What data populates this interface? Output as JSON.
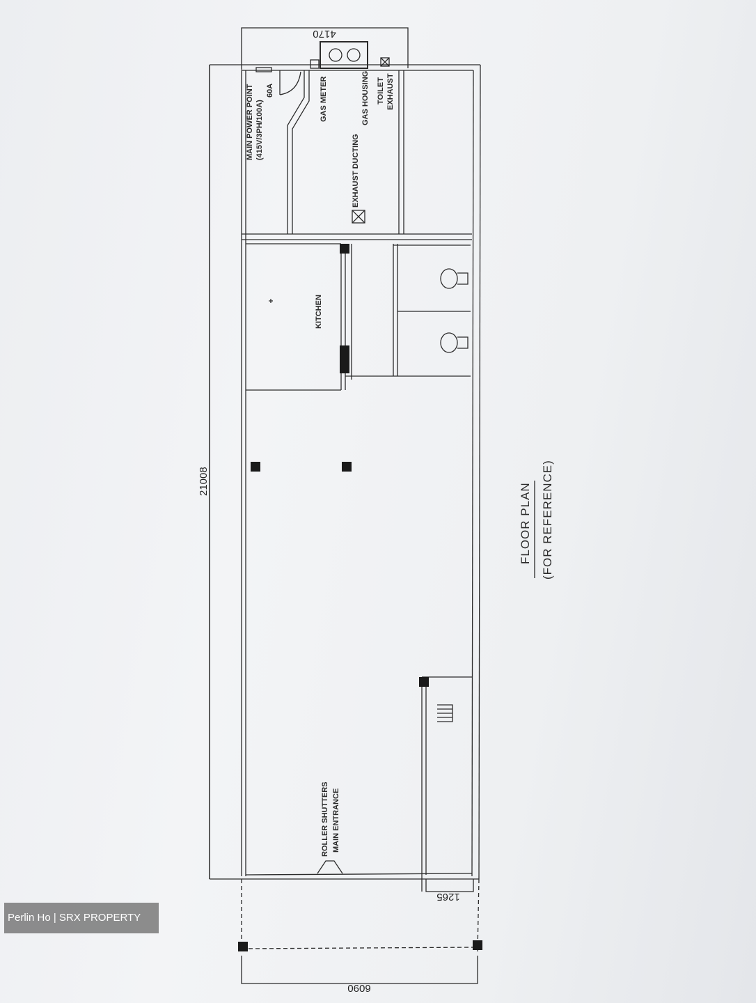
{
  "plan": {
    "title": "FLOOR PLAN",
    "subtitle": "(FOR REFERENCE)",
    "dimensions": {
      "overall_length": "21008",
      "top_width": "4170",
      "bottom_width": "6090",
      "side_offset": "1265"
    },
    "labels": {
      "main_power_point": "MAIN POWER POINT",
      "power_spec": "(415V/3PH/100A)",
      "power_amp": "60A",
      "gas_meter": "GAS METER",
      "gas_housing": "GAS HOUSING",
      "toilet": "TOILET",
      "exhaust": "EXHAUST",
      "exhaust_ducting": "EXHAUST DUCTING",
      "kitchen": "KITCHEN",
      "roller_shutters": "ROLLER SHUTTERS",
      "main_entrance": "MAIN ENTRANCE"
    }
  },
  "watermark": {
    "text": "Perlin Ho | SRX PROPERTY"
  },
  "colors": {
    "line": "#2b2b2b",
    "paper": "#eef0f2"
  }
}
